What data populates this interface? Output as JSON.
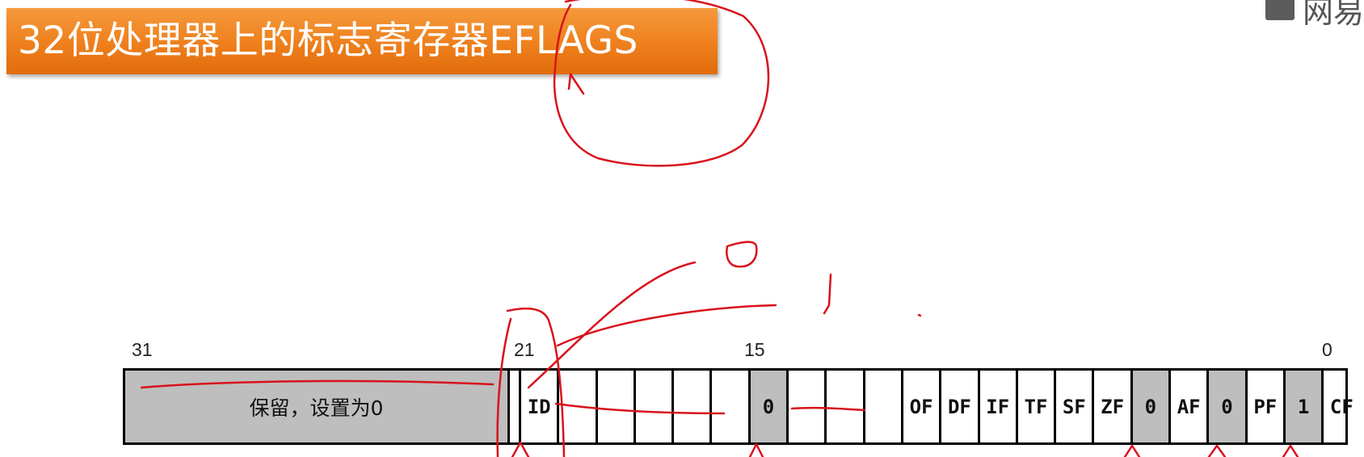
{
  "title": "32位处理器上的标志寄存器EFLAGS",
  "logo_text": "网易",
  "bit_labels": {
    "b31": "31",
    "b21": "21",
    "b15": "15",
    "b0": "0"
  },
  "reserved_label": "保留，设置为0",
  "register_cells": [
    {
      "label": "ID",
      "shaded": false
    },
    {
      "label": "",
      "shaded": false
    },
    {
      "label": "",
      "shaded": false
    },
    {
      "label": "",
      "shaded": false
    },
    {
      "label": "",
      "shaded": false
    },
    {
      "label": "",
      "shaded": false
    },
    {
      "label": "0",
      "shaded": true
    },
    {
      "label": "",
      "shaded": false
    },
    {
      "label": "",
      "shaded": false
    },
    {
      "label": "",
      "shaded": false
    },
    {
      "label": "OF",
      "shaded": false
    },
    {
      "label": "DF",
      "shaded": false
    },
    {
      "label": "IF",
      "shaded": false
    },
    {
      "label": "TF",
      "shaded": false
    },
    {
      "label": "SF",
      "shaded": false
    },
    {
      "label": "ZF",
      "shaded": false
    },
    {
      "label": "0",
      "shaded": true
    },
    {
      "label": "AF",
      "shaded": false
    },
    {
      "label": "0",
      "shaded": true
    },
    {
      "label": "PF",
      "shaded": false
    },
    {
      "label": "1",
      "shaded": true
    },
    {
      "label": "CF",
      "shaded": false
    }
  ],
  "annotation_color": "#d8121c"
}
